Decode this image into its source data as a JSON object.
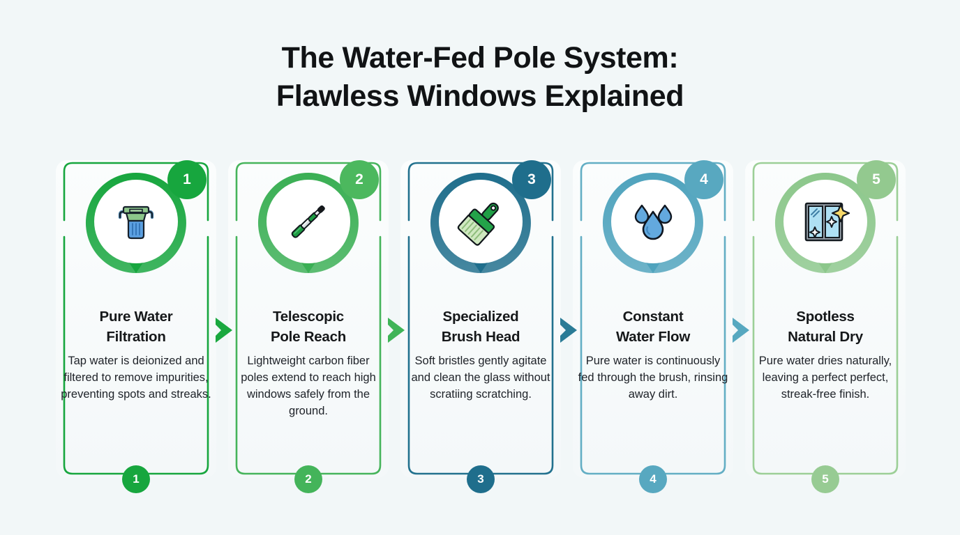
{
  "title": {
    "line1": "The Water-Fed Pole System:",
    "line2": "Flawless Windows Explained"
  },
  "background_color": "#f2f7f8",
  "steps": [
    {
      "number": "1",
      "title_line1": "Pure Water",
      "title_line2": "Filtration",
      "description": "Tap water is deionized and filtered to remove impurities, preventing spots and streaks.",
      "icon": "water-filter-icon",
      "color": "#17a63e",
      "badge_top_color": "#17a63e",
      "badge_bottom_color": "#17a63e",
      "border_color": "#17a63e"
    },
    {
      "number": "2",
      "title_line1": "Telescopic",
      "title_line2": "Pole Reach",
      "description": "Lightweight carbon fiber poles extend to reach high windows safely from the ground.",
      "icon": "telescopic-pole-icon",
      "color": "#3aaf54",
      "badge_top_color": "#4cb85e",
      "badge_bottom_color": "#44b45a",
      "border_color": "#46b45b"
    },
    {
      "number": "3",
      "title_line1": "Specialized",
      "title_line2": "Brush Head",
      "description": "Soft bristles gently agitate and clean the glass without scratiing scratching.",
      "icon": "cleaning-brush-icon",
      "color": "#1f6e8c",
      "badge_top_color": "#1f6e8c",
      "badge_bottom_color": "#1f6e8c",
      "border_color": "#22718e"
    },
    {
      "number": "4",
      "title_line1": "Constant",
      "title_line2": "Water Flow",
      "description": "Pure water is continuously fed through the brush, rinsing away dirt.",
      "icon": "water-droplets-icon",
      "color": "#4fa3bd",
      "badge_top_color": "#58a8c0",
      "badge_bottom_color": "#58a8c0",
      "border_color": "#63aec4"
    },
    {
      "number": "5",
      "title_line1": "Spotless",
      "title_line2": "Natural Dry",
      "description": "Pure water dries naturally, leaving a perfect perfect, streak-free finish.",
      "icon": "sparkling-window-icon",
      "color": "#8cc78b",
      "badge_top_color": "#93c98f",
      "badge_bottom_color": "#97cb93",
      "border_color": "#9ccf97"
    }
  ],
  "arrows": [
    {
      "name": "arrow-step1-to-step2",
      "color": "#1aa83f"
    },
    {
      "name": "arrow-step2-to-step3",
      "color": "#3fb457"
    },
    {
      "name": "arrow-step3-to-step4",
      "color": "#2a7b96"
    },
    {
      "name": "arrow-step4-to-step5",
      "color": "#57a8c0"
    }
  ]
}
